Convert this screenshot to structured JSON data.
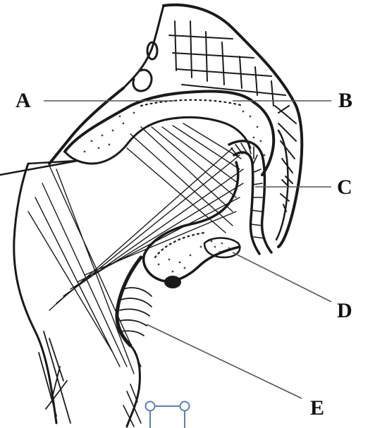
{
  "labels": {
    "A": "A",
    "B": "B",
    "C": "C",
    "D": "D",
    "E": "E"
  },
  "colors": {
    "ink": "#1a1a1a",
    "leader": "#555555",
    "handle": "#5b7fb8",
    "background": "#ffffff"
  }
}
